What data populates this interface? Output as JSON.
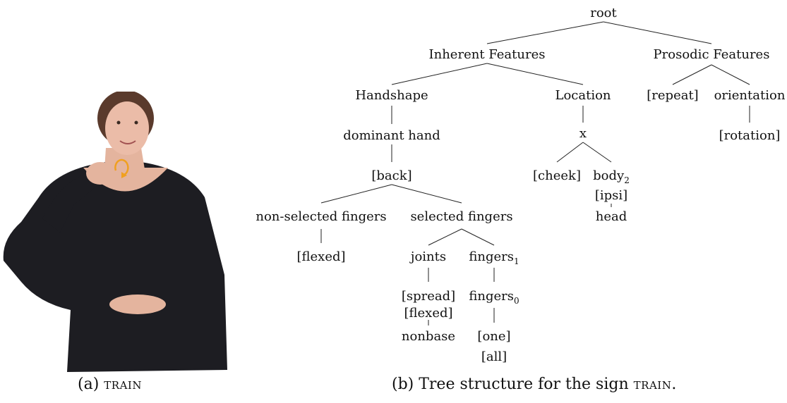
{
  "figure": {
    "caption_a": {
      "prefix": "(a) ",
      "sign": "train"
    },
    "caption_b": {
      "prefix": "(b) Tree structure for the sign ",
      "sign": "train",
      "suffix": "."
    }
  },
  "tree": {
    "root": "root",
    "inherent_features": "Inherent Features",
    "prosodic_features": "Prosodic Features",
    "handshape": "Handshape",
    "location": "Location",
    "repeat": "[repeat]",
    "orientation": "orientation",
    "rotation": "[rotation]",
    "dominant_hand": "dominant hand",
    "x": "x",
    "back": "[back]",
    "cheek": "[cheek]",
    "body": "body",
    "body_sub": "2",
    "ipsi": "[ipsi]",
    "head": "head",
    "nonselected_fingers": "non-selected fingers",
    "selected_fingers": "selected fingers",
    "flexed_ns": "[flexed]",
    "joints": "joints",
    "fingers1": "fingers",
    "fingers1_sub": "1",
    "spread": "[spread]",
    "flexed_j": "[flexed]",
    "nonbase": "nonbase",
    "fingers0": "fingers",
    "fingers0_sub": "0",
    "one": "[one]",
    "all": "[all]"
  },
  "colors": {
    "arrow": "#f0a020",
    "shirt": "#1d1d22",
    "skin": "#e8b8a4",
    "hair": "#5a3a2c"
  }
}
